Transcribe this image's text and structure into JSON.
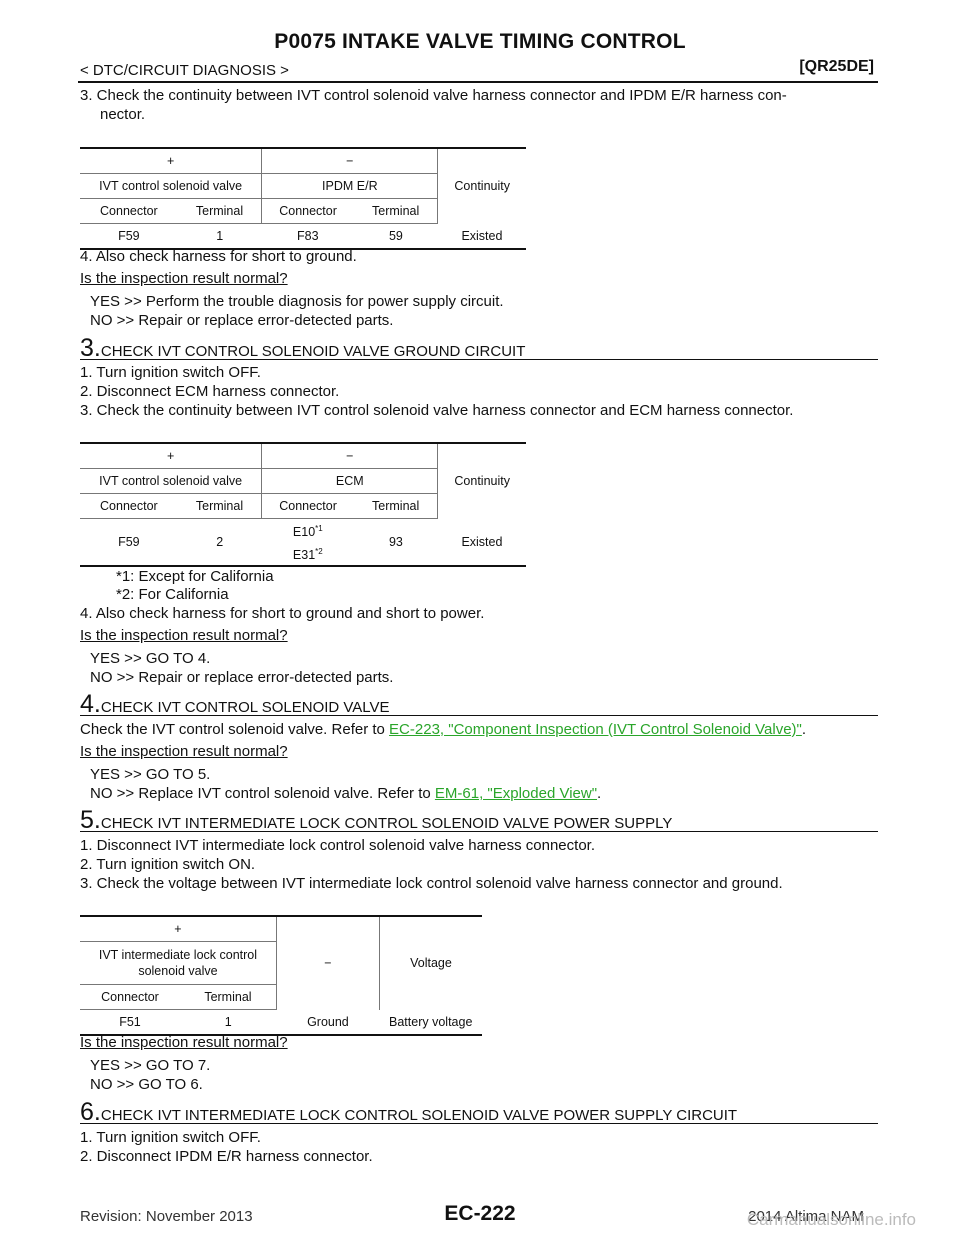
{
  "header": {
    "title": "P0075 INTAKE VALVE TIMING CONTROL",
    "breadcrumb": "< DTC/CIRCUIT DIAGNOSIS >",
    "model": "[QR25DE]"
  },
  "step2_tail": {
    "item3_line1": "3.  Check the continuity between IVT control solenoid valve harness connector and IPDM E/R harness con-",
    "item3_line2": "nector.",
    "table": {
      "plus": "+",
      "minus": "−",
      "left_device": "IVT control solenoid valve",
      "right_device": "IPDM E/R",
      "continuity": "Continuity",
      "h_connector": "Connector",
      "h_terminal": "Terminal",
      "row": [
        "F59",
        "1",
        "F83",
        "59",
        "Existed"
      ]
    },
    "item4": "4.  Also check harness for short to ground.",
    "question": "Is the inspection result normal?",
    "yes": "YES     >> Perform the trouble diagnosis for power supply circuit.",
    "no": "NO      >> Repair or replace error-detected parts."
  },
  "step3": {
    "num": "3.",
    "heading": "CHECK IVT CONTROL SOLENOID VALVE GROUND CIRCUIT",
    "item1": "1.  Turn ignition switch OFF.",
    "item2": "2.  Disconnect ECM harness connector.",
    "item3": "3.  Check the continuity between IVT control solenoid valve harness connector and ECM harness connector.",
    "table": {
      "plus": "+",
      "minus": "−",
      "left_device": "IVT control solenoid valve",
      "right_device": "ECM",
      "continuity": "Continuity",
      "h_connector": "Connector",
      "h_terminal": "Terminal",
      "row": [
        "F59",
        "2",
        "E10",
        "*1",
        "E31",
        "*2",
        "93",
        "Existed"
      ]
    },
    "note1": "*1: Except for California",
    "note2": "*2: For California",
    "item4": "4.  Also check harness for short to ground and short to power.",
    "question": "Is the inspection result normal?",
    "yes": "YES     >> GO TO 4.",
    "no": "NO      >> Repair or replace error-detected parts."
  },
  "step4": {
    "num": "4.",
    "heading": "CHECK IVT CONTROL SOLENOID VALVE",
    "text_pre": "Check the IVT control solenoid valve. Refer to ",
    "link": "EC-223, \"Component Inspection (IVT Control Solenoid Valve)\"",
    "text_post": ".",
    "question": "Is the inspection result normal?",
    "yes": "YES     >> GO TO 5.",
    "no_pre": "NO      >> Replace IVT control solenoid valve. Refer to ",
    "no_link": "EM-61, \"Exploded View\"",
    "no_post": "."
  },
  "step5": {
    "num": "5.",
    "heading": "CHECK IVT INTERMEDIATE LOCK CONTROL SOLENOID VALVE POWER SUPPLY",
    "item1": "1.  Disconnect IVT intermediate lock control solenoid valve harness connector.",
    "item2": "2.  Turn ignition switch ON.",
    "item3": "3.  Check the voltage between IVT intermediate lock control solenoid valve harness connector and ground.",
    "table": {
      "plus": "+",
      "minus": "−",
      "device_line1": "IVT intermediate lock control",
      "device_line2": "solenoid valve",
      "voltage": "Voltage",
      "h_connector": "Connector",
      "h_terminal": "Terminal",
      "row": [
        "F51",
        "1",
        "Ground",
        "Battery voltage"
      ]
    },
    "question": "Is the inspection result normal?",
    "yes": "YES     >> GO TO 7.",
    "no": "NO      >> GO TO 6."
  },
  "step6": {
    "num": "6.",
    "heading": "CHECK IVT INTERMEDIATE LOCK CONTROL SOLENOID VALVE POWER SUPPLY CIRCUIT",
    "item1": "1.  Turn ignition switch OFF.",
    "item2": "2.  Disconnect IPDM E/R harness connector."
  },
  "footer": {
    "revision": "Revision: November 2013",
    "page": "EC-222",
    "edition": "2014 Altima NAM",
    "watermark": "Carmanualsonline.info"
  }
}
